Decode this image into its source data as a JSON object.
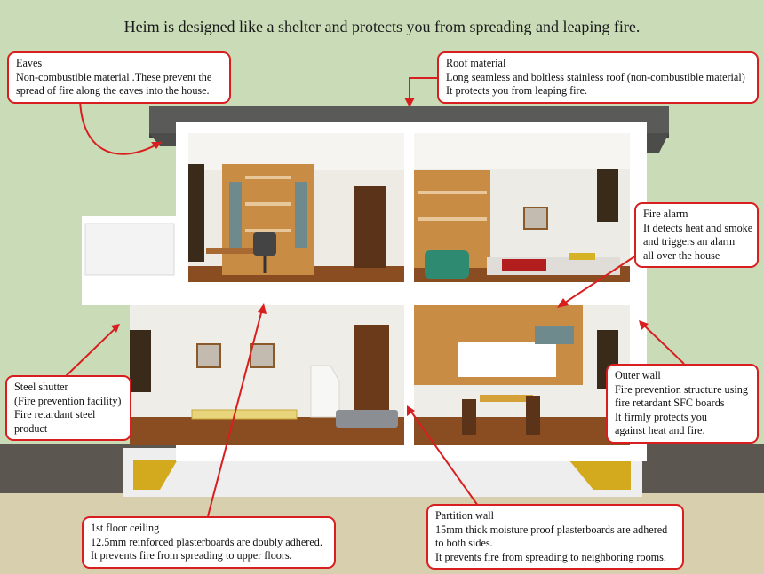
{
  "title": "Heim is designed like a shelter and protects you from spreading and leaping fire.",
  "colors": {
    "callout_border": "#d81e1e",
    "background": "#c9dcb7",
    "roof": "#5a5a58",
    "ground": "#d8cfae"
  },
  "callouts": {
    "eaves": {
      "heading": "Eaves",
      "lines": [
        "Non-combustible material .These prevent the",
        "spread of fire along the eaves into the house."
      ]
    },
    "roof": {
      "heading": "Roof material",
      "lines": [
        "Long seamless and boltless stainless roof (non-combustible material)",
        "It protects you from leaping fire."
      ]
    },
    "fire_alarm": {
      "heading": "Fire alarm",
      "lines": [
        "It detects heat and smoke",
        "and triggers an alarm",
        "all over the house"
      ]
    },
    "steel_shutter": {
      "heading": "Steel shutter",
      "lines": [
        "(Fire prevention facility)",
        "Fire retardant steel",
        "product"
      ]
    },
    "outer_wall": {
      "heading": "Outer wall",
      "lines": [
        "Fire prevention structure using",
        "fire retardant SFC boards",
        "It firmly protects you",
        "against heat and fire."
      ]
    },
    "ceiling": {
      "heading": "1st floor ceiling",
      "lines": [
        "12.5mm reinforced plasterboards are doubly adhered.",
        "It prevents fire from spreading to upper floors."
      ]
    },
    "partition": {
      "heading": "Partition wall",
      "lines": [
        "15mm thick moisture proof plasterboards are adhered",
        "to both sides.",
        "It prevents fire from spreading to neighboring rooms."
      ]
    }
  }
}
